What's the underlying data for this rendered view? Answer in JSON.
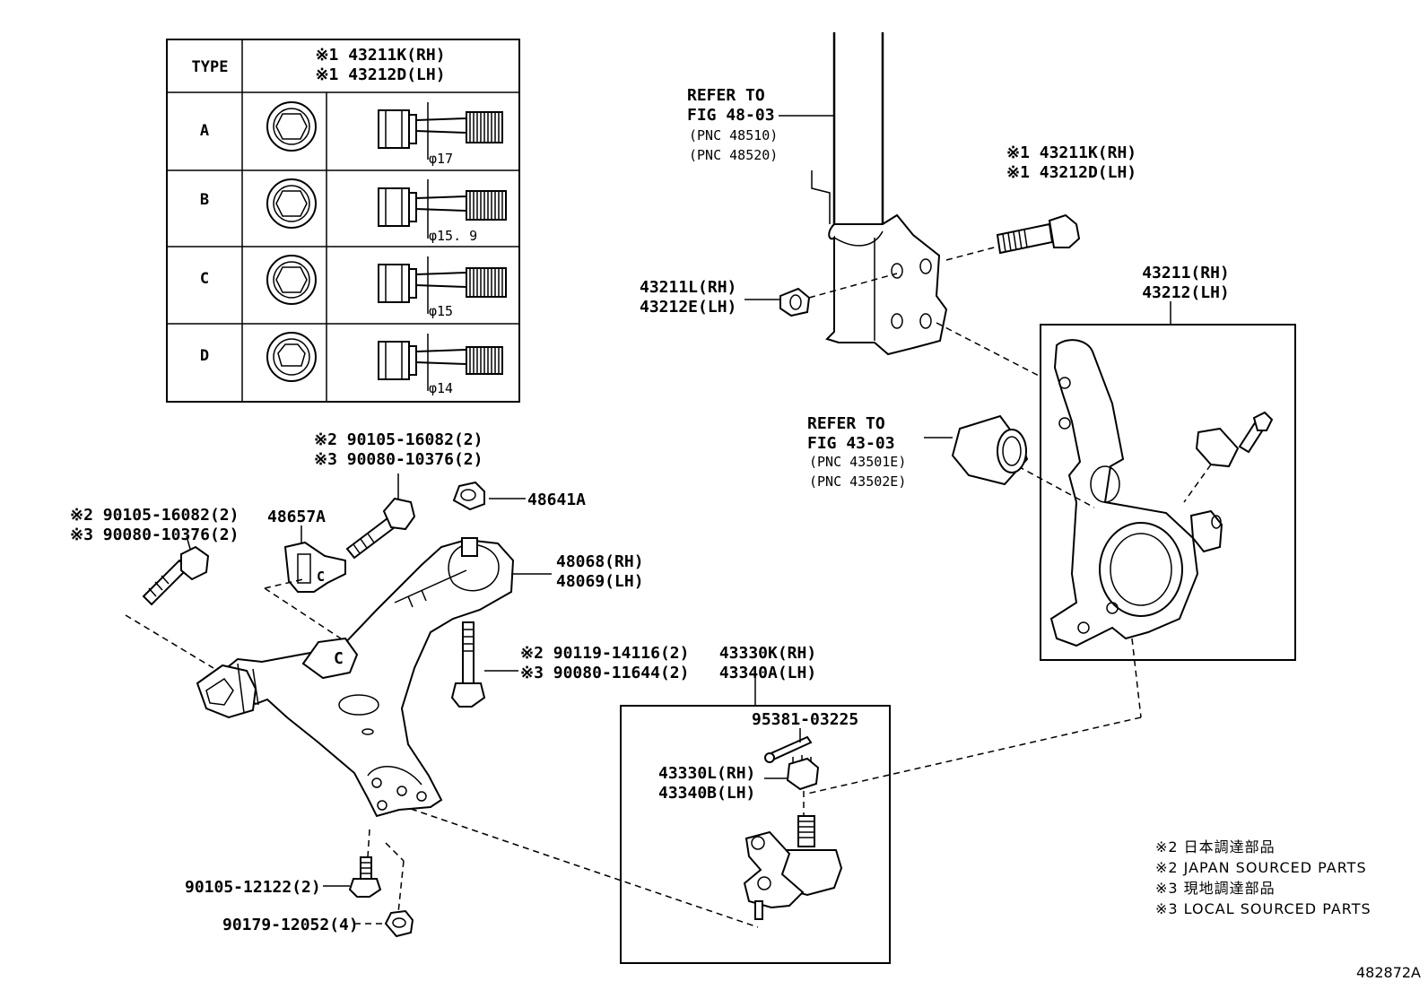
{
  "table": {
    "header_type": "TYPE",
    "header_part_line1": "※1 43211K(RH)",
    "header_part_line2": "※1 43212D(LH)",
    "rows": [
      {
        "type": "A",
        "dim": "φ17"
      },
      {
        "type": "B",
        "dim": "φ15. 9"
      },
      {
        "type": "C",
        "dim": "φ15"
      },
      {
        "type": "D",
        "dim": "φ14"
      }
    ]
  },
  "labels": {
    "refer1_a": "REFER TO",
    "refer1_b": "FIG 48-03",
    "refer1_c": "(PNC 48510)",
    "refer1_d": "(PNC 48520)",
    "bolt_top_a": "※1 43211K(RH)",
    "bolt_top_b": "※1 43212D(LH)",
    "nut_a": "43211L(RH)",
    "nut_b": "43212E(LH)",
    "knuckle_a": "43211(RH)",
    "knuckle_b": "43212(LH)",
    "refer2_a": "REFER TO",
    "refer2_b": "FIG 43-03",
    "refer2_c": "(PNC 43501E)",
    "refer2_d": "(PNC 43502E)",
    "bolt_l1_a": "※2 90105-16082(2)",
    "bolt_l1_b": "※3 90080-10376(2)",
    "bolt_l2_a": "※2 90105-16082(2)",
    "bolt_l2_b": "※3 90080-10376(2)",
    "bracket": "48657A",
    "nut_top": "48641A",
    "arm_a": "48068(RH)",
    "arm_b": "48069(LH)",
    "bolt_mid_a": "※2 90119-14116(2)",
    "bolt_mid_b": "※3 90080-11644(2)",
    "ball_a": "43330K(RH)",
    "ball_b": "43340A(LH)",
    "pin": "95381-03225",
    "bnut_a": "43330L(RH)",
    "bnut_b": "43340B(LH)",
    "bolt_bot": "90105-12122(2)",
    "nut_bot": "90179-12052(4)",
    "fig_no": "482872A"
  },
  "notes": [
    "※2 日本調達部品",
    "※2 JAPAN SOURCED PARTS",
    "※3 現地調達部品",
    "※3 LOCAL SOURCED PARTS"
  ]
}
